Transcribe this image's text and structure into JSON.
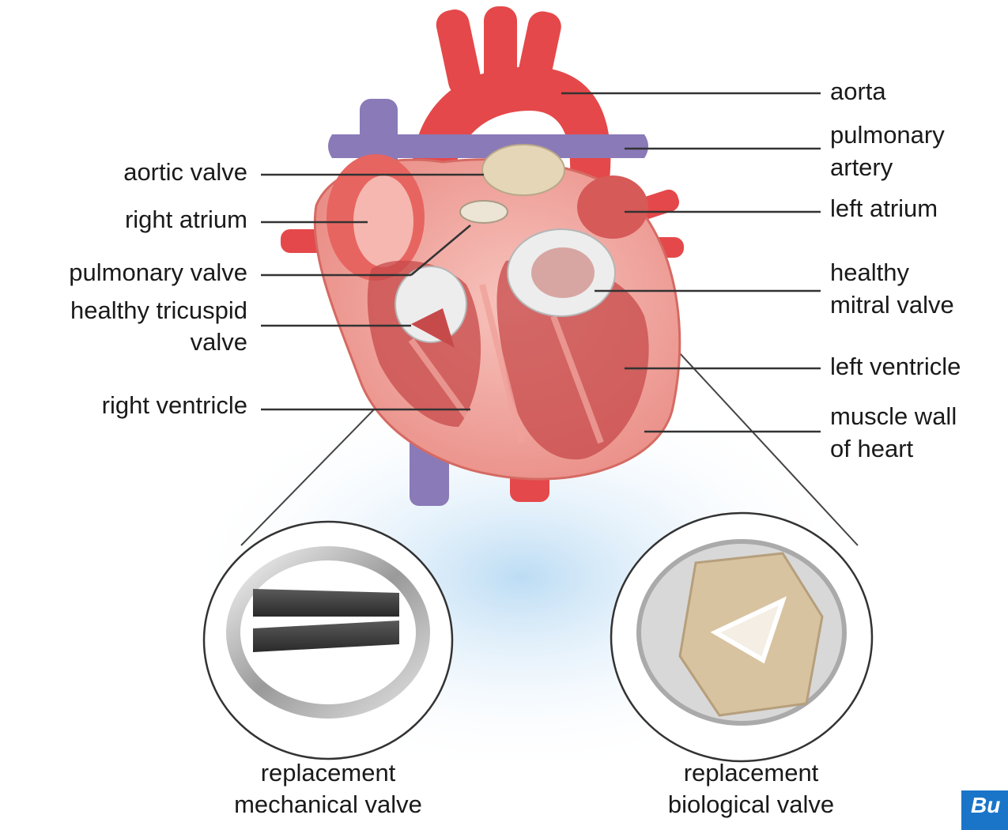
{
  "labels_left": {
    "aortic_valve": "aortic valve",
    "right_atrium": "right atrium",
    "pulmonary_valve": "pulmonary valve",
    "tricuspid_line1": "healthy tricuspid",
    "tricuspid_line2": "valve",
    "right_ventricle": "right ventricle"
  },
  "labels_right": {
    "aorta": "aorta",
    "pulmonary_artery_line1": "pulmonary",
    "pulmonary_artery_line2": "artery",
    "left_atrium": "left atrium",
    "mitral_line1": "healthy",
    "mitral_line2": "mitral valve",
    "left_ventricle": "left ventricle",
    "muscle_line1": "muscle wall",
    "muscle_line2": "of heart"
  },
  "captions": {
    "mechanical_line1": "replacement",
    "mechanical_line2": "mechanical valve",
    "biological_line1": "replacement",
    "biological_line2": "biological valve"
  },
  "corner_badge": "Bu",
  "colors": {
    "artery_red": "#e5484a",
    "vein_purple": "#8a7ab8",
    "muscle_pink": "#f2a6a0",
    "inner_red": "#c74a4a",
    "valve_tan": "#e6d6b8",
    "glow_blue": "#cfe6f7",
    "badge_blue": "#1a75c9"
  }
}
